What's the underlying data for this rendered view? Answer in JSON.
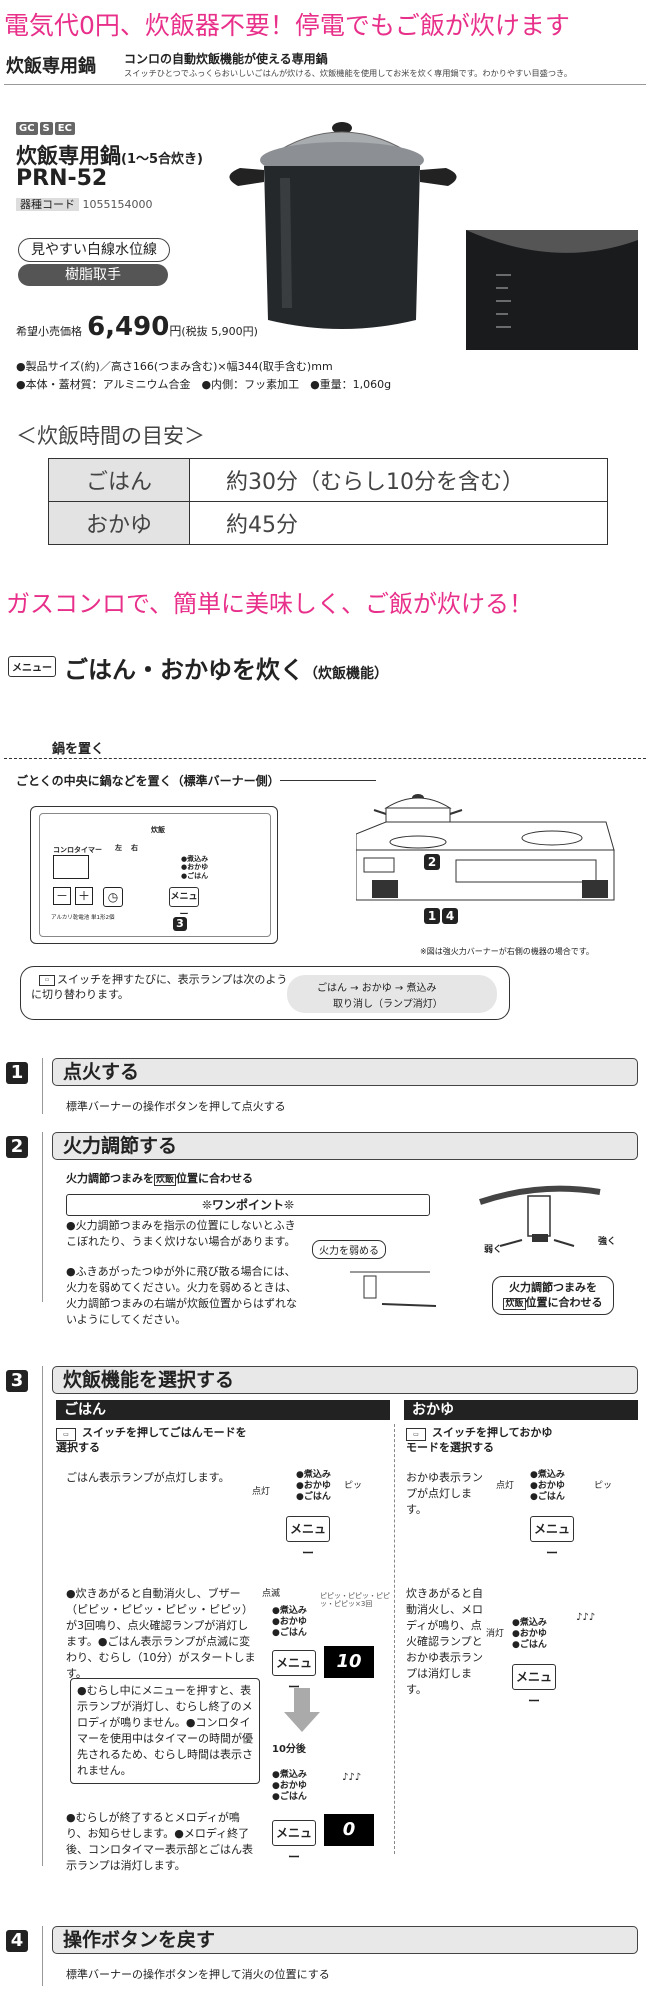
{
  "header": {
    "headline": "電気代0円、炊飯器不要！停電でもご飯が炊けます",
    "product_category": "炊飯専用鍋",
    "category_sub": "コンロの自動炊飯機能が使える専用鍋",
    "category_desc": "スイッチひとつでふっくらおいしいごはんが炊ける、炊飯機能を使用してお米を炊く専用鍋です。わかりやすい目盛つき。"
  },
  "product": {
    "tags": [
      "GC",
      "S",
      "EC"
    ],
    "name": "炊飯専用鍋",
    "name_sub": "(1～5合炊き)",
    "model": "PRN-52",
    "code_label": "器種コード",
    "code_value": "1055154000",
    "feature1": "見やすい白線水位線",
    "feature2": "樹脂取手",
    "price_label": "希望小売価格",
    "price": "6,490",
    "price_unit": "円",
    "price_tax": "(税抜 5,900円)",
    "spec1": "●製品サイズ(約)／高さ166(つまみ含む)×幅344(取手含む)mm",
    "spec2": "●本体・蓋材質：アルミニウム合金　●内側：フッ素加工　●重量：1,060g"
  },
  "time_guide": {
    "title": "＜炊飯時間の目安＞",
    "rows": [
      {
        "label": "ごはん",
        "value": "約30分（むらし10分を含む）"
      },
      {
        "label": "おかゆ",
        "value": "約45分"
      }
    ]
  },
  "tagline": "ガスコンロで、簡単に美味しく、ご飯が炊ける！",
  "section": {
    "menu_icon": "メニュー",
    "title": "ごはん・おかゆを炊く",
    "title_sub": "（炊飯機能）"
  },
  "pot": {
    "heading": "鍋を置く",
    "instruction": "ごとくの中央に鍋などを置く（標準バーナー側）",
    "note": "※図は強火力バーナーが右側の機器の場合です。",
    "panel_timer": "コンロタイマー",
    "panel_left": "左",
    "panel_right": "右",
    "panel_minus": "－",
    "panel_plus": "＋",
    "panel_menu": "メニュー",
    "panel_lamp": "●煮込み\n●おかゆ\n●ごはん",
    "panel_cap": "アルカリ乾電池 単1形2個",
    "callout_2": "2",
    "callout_3": "3",
    "callout_1": "1",
    "callout_4": "4",
    "knob_label": "炊飯"
  },
  "switch_box": {
    "text": "スイッチを押すたびに、表示ランプは次のように切り替わります。",
    "icon": "メニュー",
    "flow_top": "ごはん → おかゆ → 煮込み",
    "flow_bottom": "取り消し（ランプ消灯）"
  },
  "steps": [
    {
      "num": "1",
      "title": "点火する",
      "desc": "標準バーナーの操作ボタンを押して点火する"
    },
    {
      "num": "2",
      "title": "火力調節する",
      "desc_a": "火力調節つまみを",
      "desc_mark": "炊飯",
      "desc_b": "位置に合わせる",
      "onepoint": "❊ワンポイント❊",
      "points": [
        "●火力調節つまみを指示の位置にしないとふきこぼれたり、うまく炊けない場合があります。",
        "●ふきあがったつゆが外に飛び散る場合には、火力を弱めてください。火力を弱めるときは、火力調節つまみの右端が炊飯位置からはずれないようにしてください。"
      ],
      "weaken": "火力を弱める",
      "weak": "弱く",
      "strong": "強く",
      "align_a": "火力調節つまみを",
      "align_mark": "炊飯",
      "align_b": "位置に合わせる"
    },
    {
      "num": "3",
      "title": "炊飯機能を選択する",
      "rice_hdr": "ごはん",
      "rice_select": "スイッチを押してごはんモードを選択する",
      "rice_lamp_on": "ごはん表示ランプが点灯します。",
      "lit": "点灯",
      "beep": "ピッ",
      "rice_boil": "●炊きあがると自動消火し、ブザー（ピピッ・ピピッ・ピピッ・ピピッ）が3回鳴り、点火確認ランプが消灯します。●ごはん表示ランプが点滅に変わり、むらし（10分）がスタートします。",
      "blink": "点滅",
      "beeps": "ピピッ・ピピッ・ピピッ・ピピッ×3回",
      "display10": "10",
      "after10": "10分後",
      "rice_box": "●むらし中にメニューを押すと、表示ランプが消灯し、むらし終了のメロディが鳴りません。●コンロタイマーを使用中はタイマーの時間が優先されるため、むらし時間は表示されません。",
      "rice_end": "●むらしが終了するとメロディが鳴り、お知らせします。●メロディ終了後、コンロタイマー表示部とごはん表示ランプは消灯します。",
      "music": "♪♪♪",
      "display0": "0",
      "porridge_hdr": "おかゆ",
      "porridge_select": "スイッチを押しておかゆモードを選択する",
      "porridge_lamp_on": "おかゆ表示ランプが点灯します。",
      "porridge_boil": "炊きあがると自動消火し、メロディが鳴り、点火確認ランプとおかゆ表示ランプは消灯します。",
      "off": "消灯",
      "lamps": "●煮込み\n●おかゆ\n●ごはん",
      "menu": "メニュー"
    },
    {
      "num": "4",
      "title": "操作ボタンを戻す",
      "desc": "標準バーナーの操作ボタンを押して消火の位置にする"
    }
  ]
}
